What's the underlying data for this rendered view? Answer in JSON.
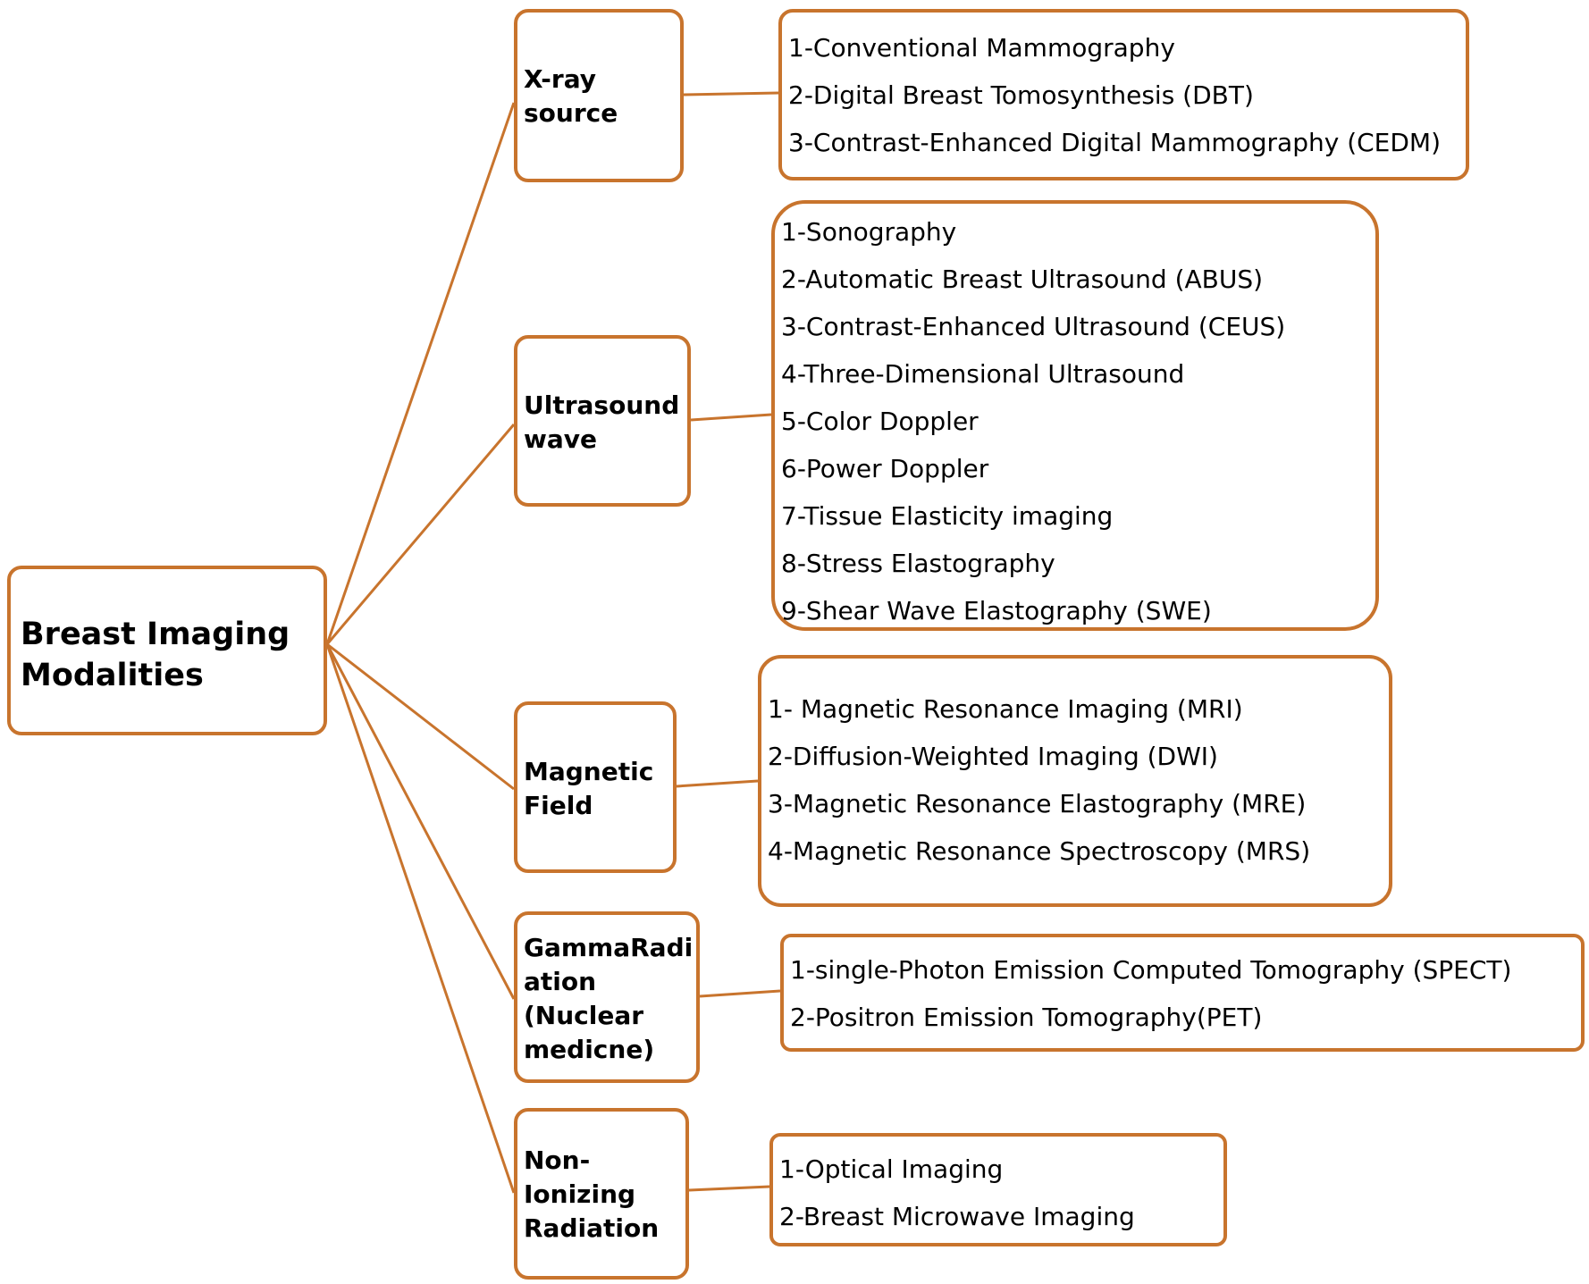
{
  "root": {
    "label_line1": "Breast Imaging",
    "label_line2": "Modalities"
  },
  "stroke_color": "#c8742d",
  "categories": [
    {
      "label_lines": [
        "X-ray",
        "source"
      ],
      "items": [
        "1-Conventional Mammography",
        "2-Digital Breast Tomosynthesis (DBT)",
        "3-Contrast-Enhanced Digital Mammography (CEDM)"
      ]
    },
    {
      "label_lines": [
        "Ultrasound",
        "wave"
      ],
      "items": [
        "1-Sonography",
        "2-Automatic Breast Ultrasound (ABUS)",
        "3-Contrast-Enhanced Ultrasound (CEUS)",
        "4-Three-Dimensional Ultrasound",
        "5-Color Doppler",
        "6-Power Doppler",
        "7-Tissue Elasticity imaging",
        "8-Stress Elastography",
        "9-Shear Wave Elastography (SWE)"
      ]
    },
    {
      "label_lines": [
        "Magnetic",
        "Field"
      ],
      "items": [
        "1- Magnetic Resonance Imaging (MRI)",
        "2-Diffusion-Weighted Imaging (DWI)",
        "3-Magnetic Resonance Elastography (MRE)",
        "4-Magnetic Resonance Spectroscopy (MRS)"
      ]
    },
    {
      "label_lines": [
        "GammaRadi",
        "ation",
        "(Nuclear",
        "medicne)"
      ],
      "items": [
        "1-single-Photon Emission Computed Tomography (SPECT)",
        "2-Positron Emission Tomography(PET)"
      ]
    },
    {
      "label_lines": [
        "Non-",
        "Ionizing",
        "Radiation"
      ],
      "items": [
        "1-Optical Imaging",
        "2-Breast Microwave Imaging"
      ]
    }
  ]
}
